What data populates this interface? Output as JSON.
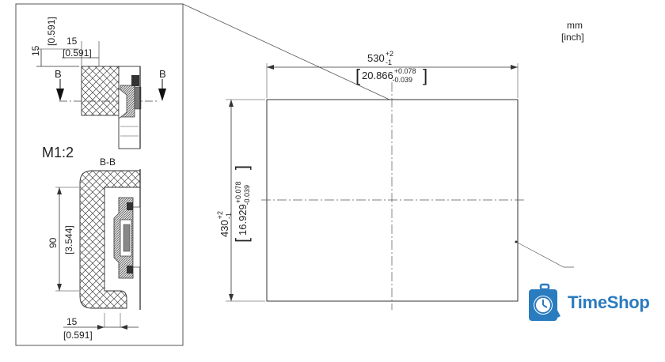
{
  "units": {
    "primary": "mm",
    "secondary": "[inch]"
  },
  "detail": {
    "scale": "M1:2",
    "section_label": "B-B",
    "cut_marker": "B",
    "top_vertical_dim": {
      "mm": "15",
      "inch": "[0.591]"
    },
    "top_horizontal_dim": {
      "mm": "15",
      "inch": "[0.591]"
    },
    "height_dim": {
      "mm": "90",
      "inch": "[3.544]"
    },
    "bottom_dim": {
      "mm": "15",
      "inch": "[0.591]"
    }
  },
  "cutout": {
    "width_main": "530",
    "width_tol_upper": "+2",
    "width_tol_lower": "-1",
    "width_inch_main": "20.866",
    "width_inch_tol_upper": "+0.078",
    "width_inch_tol_lower": "-0.039",
    "height_main": "430",
    "height_tol_upper": "+2",
    "height_tol_lower": "-1",
    "height_inch_main": "16.929",
    "height_inch_tol_upper": "+0.078",
    "height_inch_tol_lower": "-0.039"
  },
  "logo": {
    "text": "TimeShop",
    "color": "#2b7bbf",
    "icon": "suitcase-clock-icon"
  }
}
